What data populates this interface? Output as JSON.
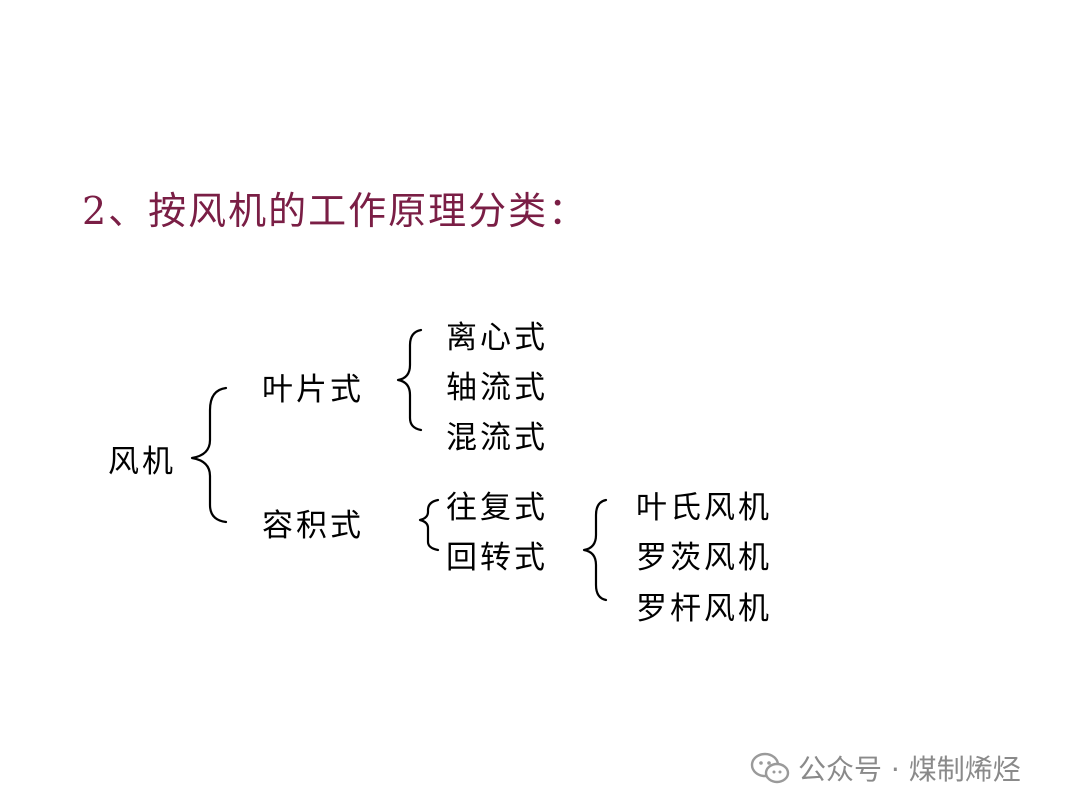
{
  "title": "2、按风机的工作原理分类：",
  "root": "风机",
  "level1": {
    "blade": "叶片式",
    "volumetric": "容积式"
  },
  "blade_types": [
    "离心式",
    "轴流式",
    "混流式"
  ],
  "volumetric_types": [
    "往复式",
    "回转式"
  ],
  "rotary_types": [
    "叶氏风机",
    "罗茨风机",
    "罗杆风机"
  ],
  "watermark": {
    "icon": "wechat-icon",
    "text": "公众号 · 煤制烯烃"
  }
}
